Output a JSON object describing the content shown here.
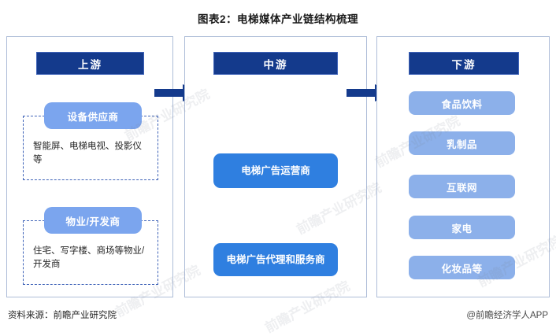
{
  "title": "图表2：电梯媒体产业链结构梳理",
  "colors": {
    "stage_header_bg": "#143a8c",
    "stage_header_border": "#3f63b8",
    "panel_border": "#aebdd8",
    "badge_bg": "#7ba5ee",
    "mid_box_bg": "#2f7fe0",
    "down_box_bg": "#8cb0ea",
    "arrow": "#143a8c",
    "dashed_border": "#3f63b8",
    "text_dark": "#262626"
  },
  "stages": {
    "upstream": {
      "header": "上游",
      "groups": [
        {
          "badge": "设备供应商",
          "body": "智能屏、电梯电视、投影仪等"
        },
        {
          "badge": "物业/开发商",
          "body": "住宅、写字楼、商场等物业/开发商"
        }
      ]
    },
    "midstream": {
      "header": "中游",
      "boxes": [
        "电梯广告运营商",
        "电梯广告代理和服务商"
      ]
    },
    "downstream": {
      "header": "下游",
      "boxes": [
        "食品饮料",
        "乳制品",
        "互联网",
        "家电",
        "化妆品等"
      ]
    }
  },
  "arrows": [
    {
      "name": "upstream-to-midstream",
      "direction": "right"
    },
    {
      "name": "midstream-to-downstream",
      "direction": "right"
    }
  ],
  "watermarks": [
    "前瞻产业研究院",
    "前瞻产业研究院",
    "前瞻产业研究院",
    "前瞻产业研究院",
    "前瞻产业研究院",
    "前瞻产业研究院"
  ],
  "footer": {
    "source": "资料来源：前瞻产业研究院",
    "brand": "@前瞻经济学人APP"
  }
}
